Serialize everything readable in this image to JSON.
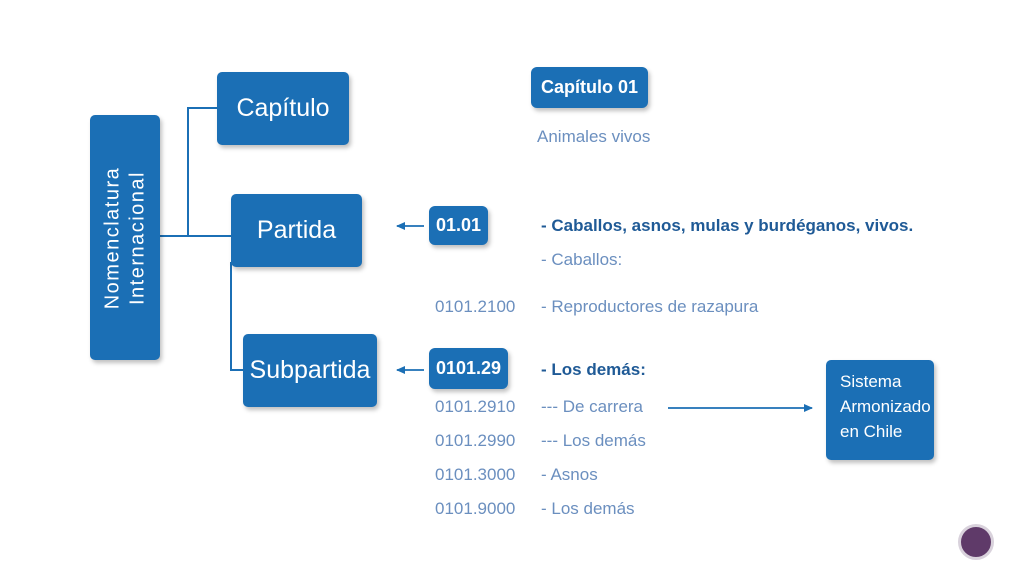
{
  "hierarchy": {
    "root_line1": "Nomenclatura",
    "root_line2": "Internacional",
    "capitulo": "Capítulo",
    "partida": "Partida",
    "subpartida": "Subpartida"
  },
  "chapter": {
    "tag": "Capítulo 01",
    "description": "Animales vivos"
  },
  "partida_detail": {
    "code": "01.01",
    "title": "- Caballos, asnos, mulas y burdéganos, vivos.",
    "sub": "- Caballos:",
    "row_code": "0101.2100",
    "row_desc": "- Reproductores de razapura"
  },
  "subpartida_detail": {
    "code": "0101.29",
    "title": "- Los demás:",
    "rows": [
      {
        "code": "0101.2910",
        "desc": "--- De carrera"
      },
      {
        "code": "0101.2990",
        "desc": "--- Los demás"
      },
      {
        "code": "0101.3000",
        "desc": "- Asnos"
      },
      {
        "code": "0101.9000",
        "desc": "- Los demás"
      }
    ]
  },
  "sistema": {
    "line1": "Sistema",
    "line2": "Armonizado",
    "line3": "en Chile"
  },
  "colors": {
    "box": "#1b6fb5",
    "gray_text": "#6b8fbf",
    "dark_text": "#1f5a96"
  }
}
